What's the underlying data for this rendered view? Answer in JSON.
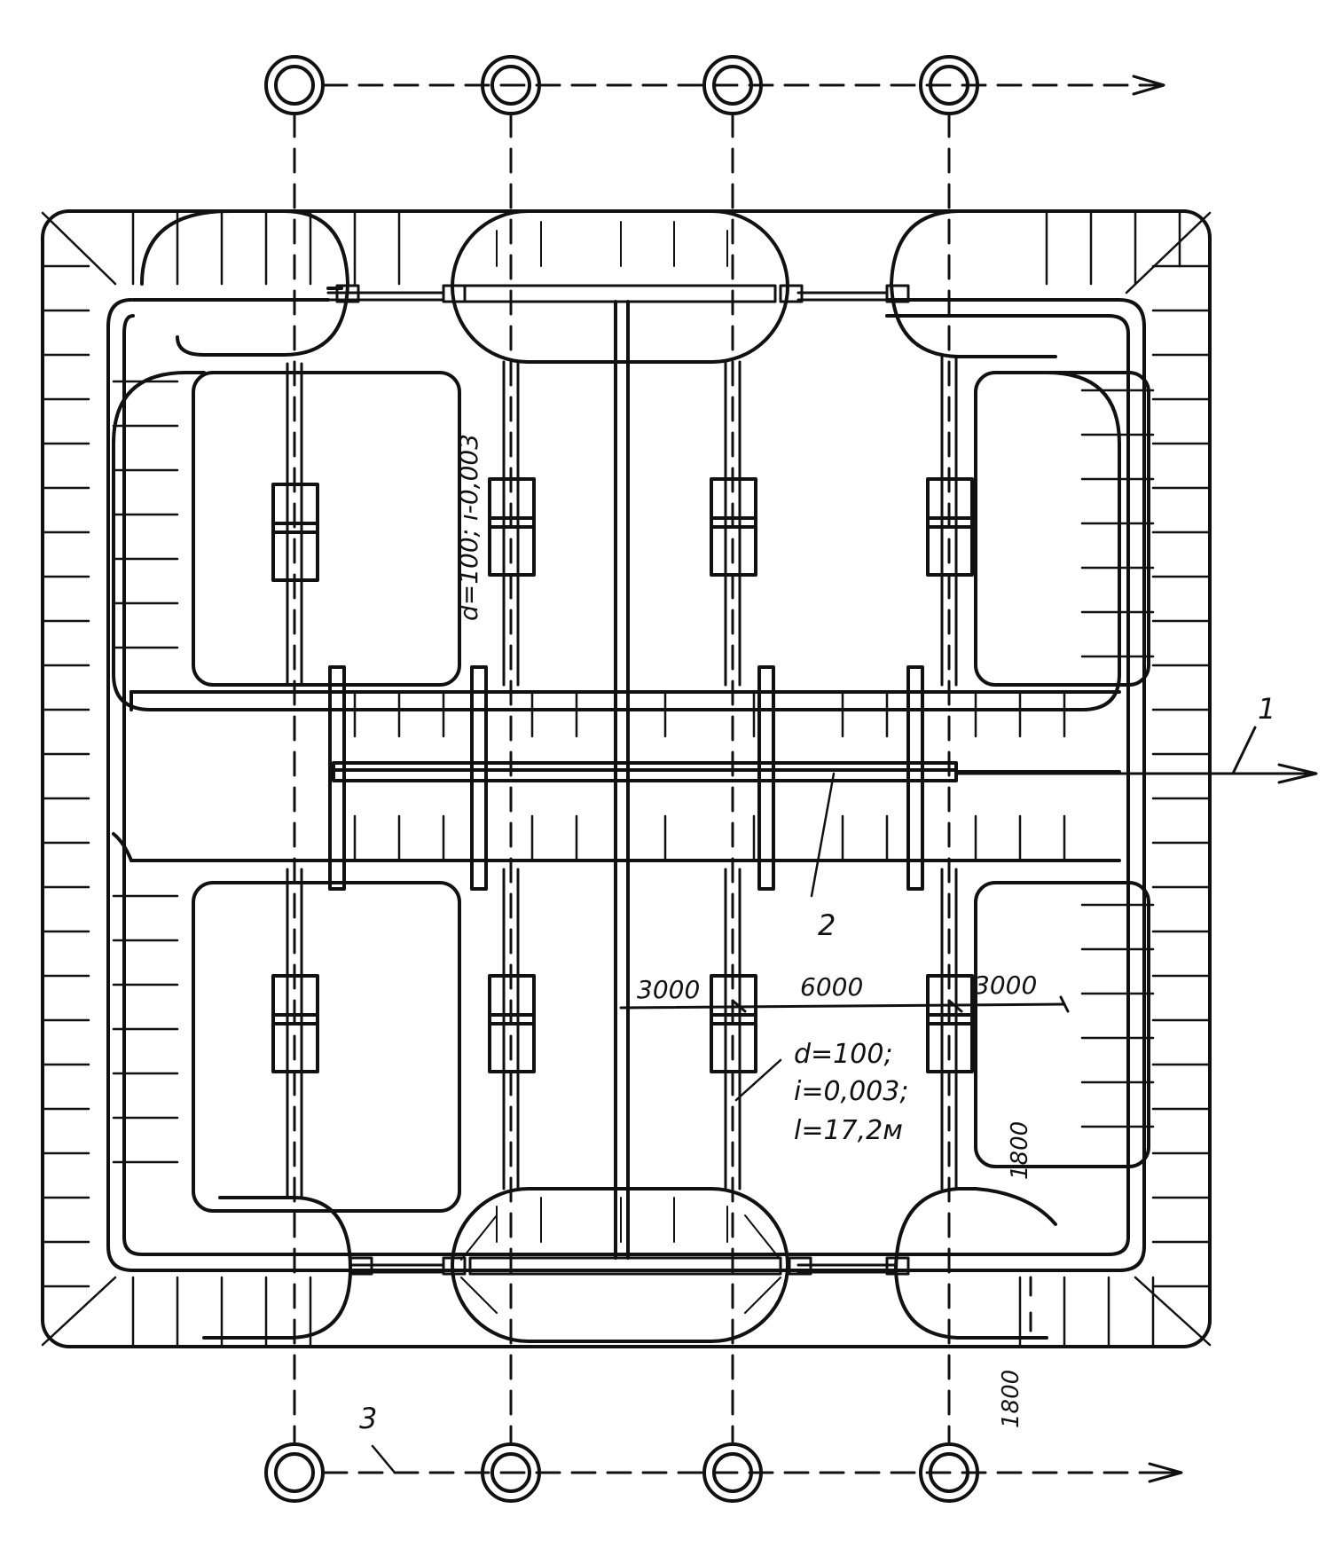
{
  "labels": {
    "pipe_upper": "d=100; i-0,003",
    "pipe_lower_d": "d=100;",
    "pipe_lower_i": "i=0,003;",
    "pipe_lower_l": "l=17,2м",
    "dim_left": "3000",
    "dim_mid": "6000",
    "dim_right": "3000",
    "dim_vert_inner": "1800",
    "dim_vert_outer": "1800",
    "callout_1": "1",
    "callout_2": "2",
    "callout_3": "3"
  },
  "colors": {
    "ink": "#111111",
    "paper": "#ffffff"
  }
}
